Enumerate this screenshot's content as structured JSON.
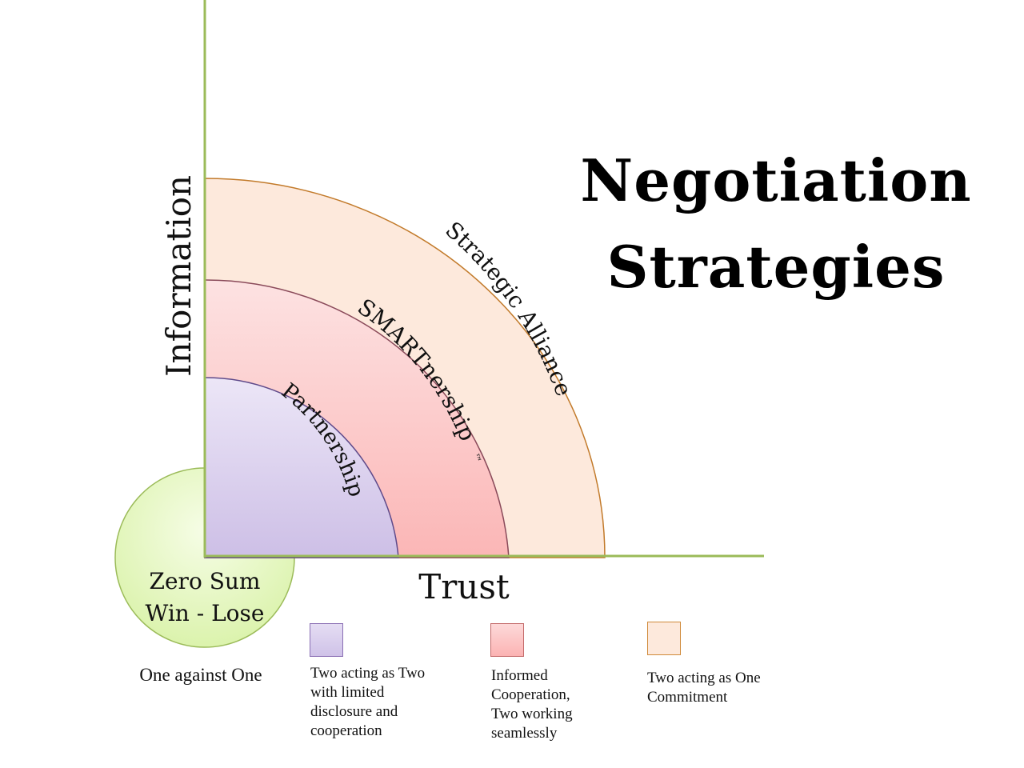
{
  "title": {
    "lines": [
      "Negotiation",
      "Strategies"
    ]
  },
  "axes": {
    "y_label": "Information",
    "x_label": "Trust"
  },
  "zones": [
    {
      "id": "zero-sum",
      "lines": [
        "Zero Sum",
        "Win - Lose"
      ]
    },
    {
      "id": "partnership",
      "label": "Partnership"
    },
    {
      "id": "smartnership",
      "label": "SMARTnership",
      "mark": "™"
    },
    {
      "id": "strategic-alliance",
      "label": "Strategic Alliance"
    }
  ],
  "legend": {
    "zero_sum_caption": "One against One",
    "items": [
      {
        "zone": "partnership",
        "lines": [
          "Two acting as Two",
          "with limited",
          "disclosure and",
          "cooperation"
        ],
        "color": "#ddd3ef",
        "border": "#8a6fb4"
      },
      {
        "zone": "smartnership",
        "lines": [
          "Informed",
          "Cooperation,",
          "Two working",
          "seamlessly"
        ],
        "color": "#fdc9c9",
        "border": "#c46a6a"
      },
      {
        "zone": "strategic-alliance",
        "lines": [
          "Two acting as One",
          "Commitment"
        ],
        "color": "#fde9dc",
        "border": "#d08a3a"
      }
    ]
  },
  "colors": {
    "axis": "#9bbb59",
    "zero_sum_fill": "#e6f8c8",
    "zero_sum_border": "#9bbb59",
    "partnership_fill": "#ddd3ef",
    "partnership_border": "#5f4a8a",
    "smartnership_fill": "#fdc9c9",
    "smartnership_border": "#8a4a5a",
    "alliance_fill": "#fde9dc",
    "alliance_border": "#c27a2a"
  }
}
